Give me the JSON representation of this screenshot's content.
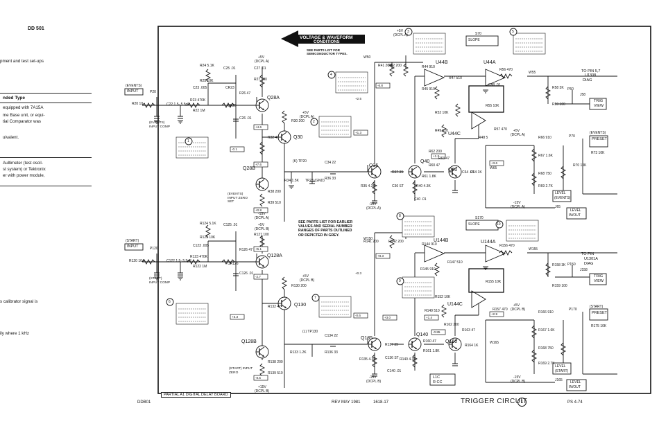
{
  "page": {
    "doc_id": "DD 501",
    "left_lines": [
      "pment and test set-ups",
      "equipped with 7A15A",
      "me Base unit, or equi-",
      "tial Comparator was",
      "uivalent.",
      "Aultimeter (test oscil-",
      "st system) or Tektronix",
      "er with power module,",
      "s calibrator signal is",
      "ily where 1 kHz"
    ],
    "left_box_title": "nded Type"
  },
  "banner": {
    "title_line1": "VOLTAGE & WAVEFORM",
    "title_line2": "CONDITIONS",
    "note_line1": "SEE PARTS LIST FOR",
    "note_line2": "SEMICONDUCTOR TYPES."
  },
  "parts_note": {
    "line1": "SEE PARTS LIST FOR EARLIER",
    "line2": "VALUES AND SERIAL NUMBER",
    "line3": "RANGES OF PARTS OUTLINED",
    "line4": "OR DEPICTED IN GREY."
  },
  "labels": {
    "events_input": "(EVENTS)",
    "input": "INPUT",
    "start_input": "(START)",
    "q28a": "Q28A",
    "q28b": "Q28B",
    "q30": "Q30",
    "q35": "Q35",
    "q40": "Q40",
    "q60": "Q60",
    "q128a": "Q128A",
    "q128b": "Q128B",
    "q130": "Q130",
    "q135": "Q135",
    "q140": "Q140",
    "q160": "Q160",
    "u44b": "U44B",
    "u44a": "U44A",
    "u44c": "U44C",
    "u144b": "U144B",
    "u144a": "U144A",
    "u144c": "U144C",
    "to_pin_top": "TO PIN 5,7",
    "to_pin_top2": "U1308",
    "diag_top": "DIAG",
    "to_pin_bot": "TO PIN",
    "to_pin_bot2": "U1301A",
    "diag_bot": "DIAG",
    "trig_view": "TRIG",
    "view": "VIEW",
    "events_preset": "(EVENTS)",
    "preset": "PRESET",
    "start_preset": "(START)",
    "level_events": "LEVEL",
    "level_events2": "(EVENTS)",
    "level_in_out": "LEVEL",
    "in_out": "IN/OUT",
    "level_start": "LEVEL",
    "level_start2": "(START)",
    "slope": "SLOPE",
    "s70": "S70",
    "s170": "S170",
    "events_input_comp": "(EVENTS) INPUT COMP",
    "start_input_comp": "(START) INPUT COMP",
    "events_zero_set": "(EVENTS) INPUT ZERO SET",
    "start_zero": "(START) INPUT ZERO",
    "partial_board": "PARTIAL A1 DIGITAL DELAY BOARD",
    "ddb01": "DDB01",
    "rev": "REV MAY 1981",
    "part_no": "1618-17",
    "title": "TRIGGER CIRCUIT",
    "title_num": "1",
    "ps": "PS 4-74",
    "l1c": "L1C",
    "r_cc": "R CC"
  },
  "components_top": [
    "R24 5.1K",
    "R25 10K",
    "C25 .01",
    "R20 10",
    "C22 1.5- 5.5pF",
    "R23 470K",
    "R22 1M",
    "C23 .005",
    "CR23",
    "R26 47",
    "C26 .01",
    "CR26",
    "R27 100",
    "C27 .01",
    "R32 47",
    "R30 200",
    "R31 47",
    "R34 1.5K",
    "C34 22",
    "R36 33",
    "R37 39",
    "C36 ST",
    "R35 4.3K",
    "R40 4.3K",
    "C40 .01",
    "R42 200",
    "R41 200",
    "R44 910",
    "R45 910",
    "R47 510",
    "R52 10K",
    "R49 510",
    "R62 200",
    "R60 47",
    "R63 47",
    "R61 1.8K",
    "C64 .01",
    "R64 1K",
    "R58 3K",
    "R59 100",
    "R57 470",
    "R56 470",
    "R55 10K",
    "R66 910",
    "R67 1.6K",
    "R68 750",
    "R69 2.7K",
    "R70 10K",
    "R73 10K",
    "R38 200",
    "R39 510",
    "R48 5",
    "C48 .01"
  ],
  "components_bot": [
    "R124 5.1K",
    "R125 10K",
    "C125 .01",
    "R120 10A",
    "C122 1.5- 5.5pF",
    "R123 470K",
    "R122 1M",
    "C123 .005",
    "CR126",
    "R126 47",
    "C126 .01",
    "R127 100",
    "R132 47",
    "R130 200",
    "R131 47",
    "R133 1.2K",
    "C134 22",
    "R136 33",
    "R137 39",
    "C136 ST",
    "R135 4.3K",
    "R140 4.3K",
    "C140 .01",
    "R142 200",
    "R141 200",
    "R144 910",
    "R145 910",
    "R147 510",
    "R152 10K",
    "R149 510",
    "R162 200",
    "R160 47",
    "R163 47",
    "R161 1.8K",
    "R164 1K",
    "R158 3K",
    "R159 100",
    "R157 470",
    "R156 470",
    "R155 10K",
    "R166 910",
    "R167 1.6K",
    "R168 750",
    "R169 2.7K",
    "R175 10K",
    "R138 200",
    "R139 510"
  ],
  "supply": {
    "p5": "+5V",
    "m15": "-15V",
    "p15": "+15V",
    "dcpl_a": "(DCPL A)",
    "dcpl_b": "(DCPL B)"
  },
  "test_points": [
    "(K) TP20",
    "TP23 (GND)",
    "(L) TP130",
    "W55",
    "W155",
    "J58",
    "J158",
    "P50",
    "P150",
    "P70",
    "P170",
    "J65",
    "J165",
    "W65",
    "W165",
    "W50",
    "W150",
    "P20",
    "P120"
  ],
  "waveform_ids": [
    "1",
    "2",
    "3",
    "4",
    "5",
    "6",
    "7",
    "8",
    "9",
    "10"
  ],
  "voltage_boxes": [
    "-0.1",
    "+1.3",
    "-6.8",
    "+7.6",
    "+0.8",
    "+4.6",
    "+1.2",
    "+3.6",
    "+3.3",
    "-0.6",
    "+8.3",
    "+5.1",
    "-2.7",
    "-8.5",
    "-0.85",
    "+2.9",
    "+1.4",
    "+3.0",
    "+2.5",
    "+0.3"
  ],
  "colors": {
    "ink": "#111111",
    "paper": "#ffffff",
    "frame": "#222222"
  }
}
